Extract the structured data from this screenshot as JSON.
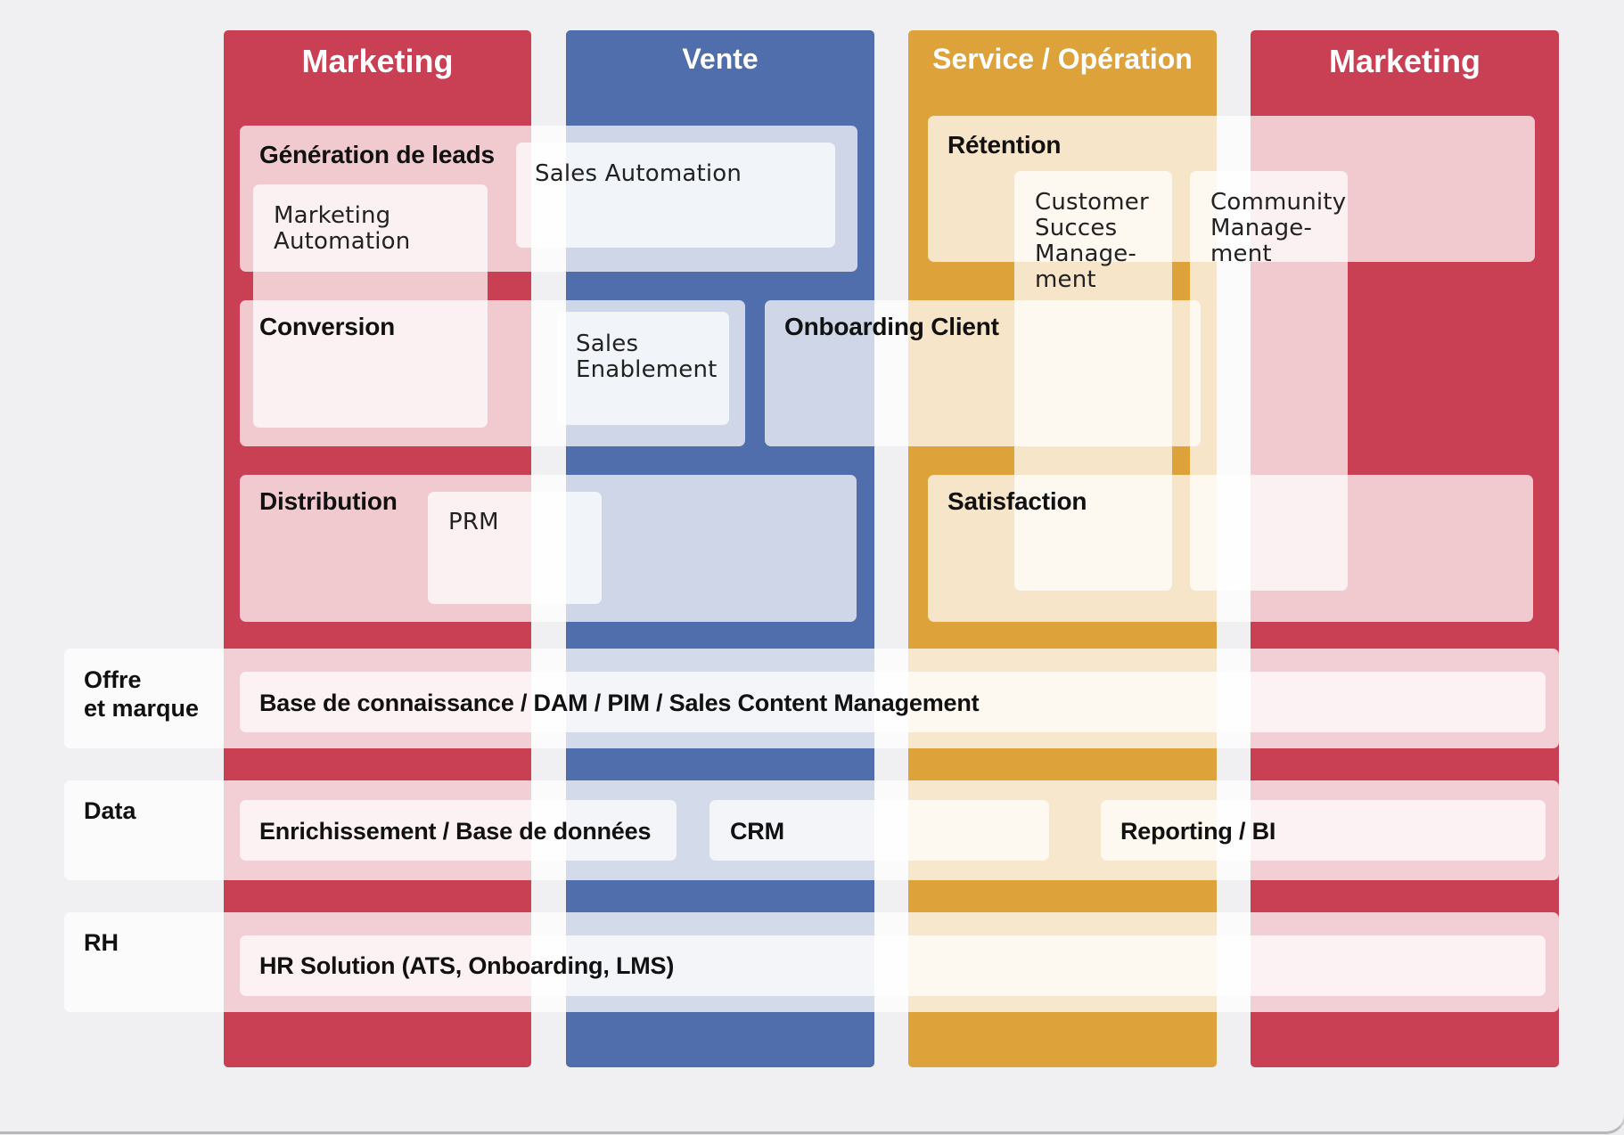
{
  "colors": {
    "marketing": "#c94055",
    "vente": "#4f6eab",
    "service": "#dda23a",
    "background": "#ededef"
  },
  "columns": [
    {
      "id": "marketing-left",
      "title": "Marketing",
      "color": "#c94055"
    },
    {
      "id": "vente",
      "title": "Vente",
      "color": "#4f6eab"
    },
    {
      "id": "service",
      "title": "Service / Opération",
      "color": "#dda23a"
    },
    {
      "id": "marketing-right",
      "title": "Marketing",
      "color": "#c94055"
    }
  ],
  "areas": {
    "generation": "Génération de leads",
    "conversion": "Conversion",
    "distribution": "Distribution",
    "retention": "Rétention",
    "onboarding": "Onboarding Client",
    "satisfaction": "Satisfaction"
  },
  "tools": {
    "marketing_automation": "Marketing\nAutomation",
    "sales_automation": "Sales Automation",
    "sales_enablement": "Sales\nEnablement",
    "prm": "PRM",
    "customer_success": "Customer\nSucces\nManage-\nment",
    "community": "Community\nManage-\nment"
  },
  "lanes": {
    "offre": {
      "label": "Offre\net marque",
      "content": "Base de connaissance / DAM / PIM / Sales Content Management"
    },
    "data": {
      "label": "Data",
      "enrichissement": "Enrichissement / Base de données",
      "crm": "CRM",
      "reporting": "Reporting / BI"
    },
    "rh": {
      "label": "RH",
      "content": "HR Solution (ATS, Onboarding, LMS)"
    }
  }
}
